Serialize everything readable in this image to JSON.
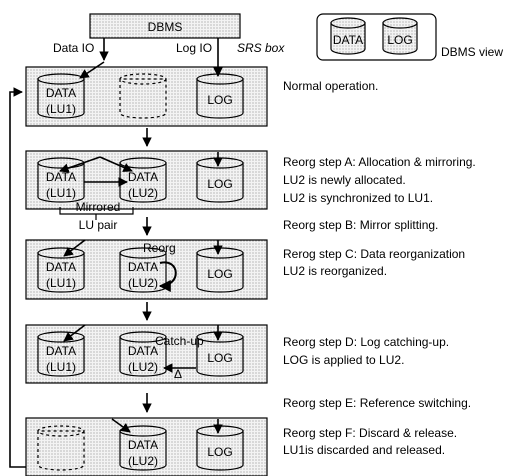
{
  "dbms_label": "DBMS",
  "data_io_label": "Data IO",
  "log_io_label": "Log IO",
  "srs_box_label": "SRS box",
  "dbms_view": {
    "data_label": "DATA",
    "log_label": "LOG",
    "caption": "DBMS view"
  },
  "cylinder_labels": {
    "data": "DATA",
    "log": "LOG",
    "lu1": "(LU1)",
    "lu2": "(LU2)"
  },
  "annotations": {
    "mirrored": "Mirrored",
    "lu_pair": "LU pair",
    "reorg": "Reorg",
    "catch_up": "Catch-up",
    "delta": "Δ"
  },
  "steps": {
    "normal": "Normal operation.",
    "a_line1": "Reorg step A: Allocation & mirroring.",
    "a_line2": "LU2 is newly allocated.",
    "a_line3": "LU2 is synchronized to LU1.",
    "b": "Reorg step B: Mirror splitting.",
    "c_line1": "Rerog step C: Data reorganization",
    "c_line2": "LU2 is reorganized.",
    "d_line1": "Reorg step D: Log catching-up.",
    "d_line2": "LOG is applied to LU2.",
    "e": "Reorg step E: Reference switching.",
    "f_line1": "Reorg step F: Discard & release.",
    "f_line2": "LU1is discarded and released."
  },
  "colors": {
    "stipple_dot": "#6e6e6e",
    "stipple_bg": "#f3f3f3",
    "stroke": "#000000"
  }
}
